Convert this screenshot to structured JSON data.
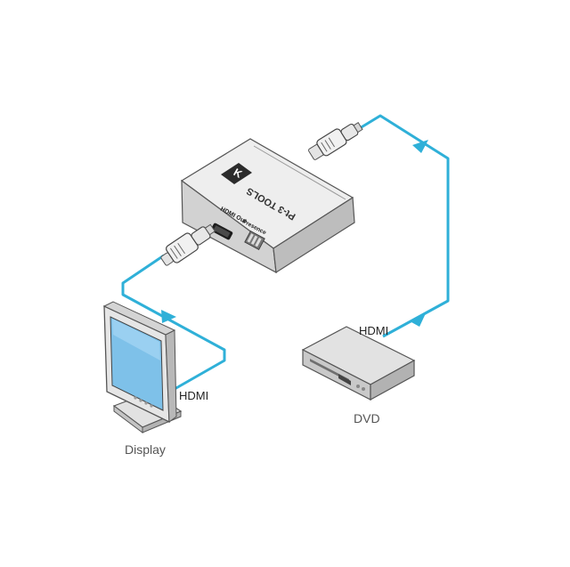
{
  "device": {
    "brand_mark": "K",
    "title": "Pt-3 TOOLS",
    "port_label": "HDMI Out",
    "switch_label": "Presence"
  },
  "labels": {
    "cable_display": "HDMI",
    "cable_dvd": "HDMI",
    "display": "Display",
    "dvd": "DVD"
  },
  "colors": {
    "cable": "#2fb0d8",
    "device_top": "#eeeeee",
    "device_front": "#d2d2d2",
    "device_side": "#bdbdbd"
  },
  "icons": [
    "hdmi-plug-icon",
    "monitor-icon",
    "dvd-player-icon",
    "arrow-icon"
  ]
}
